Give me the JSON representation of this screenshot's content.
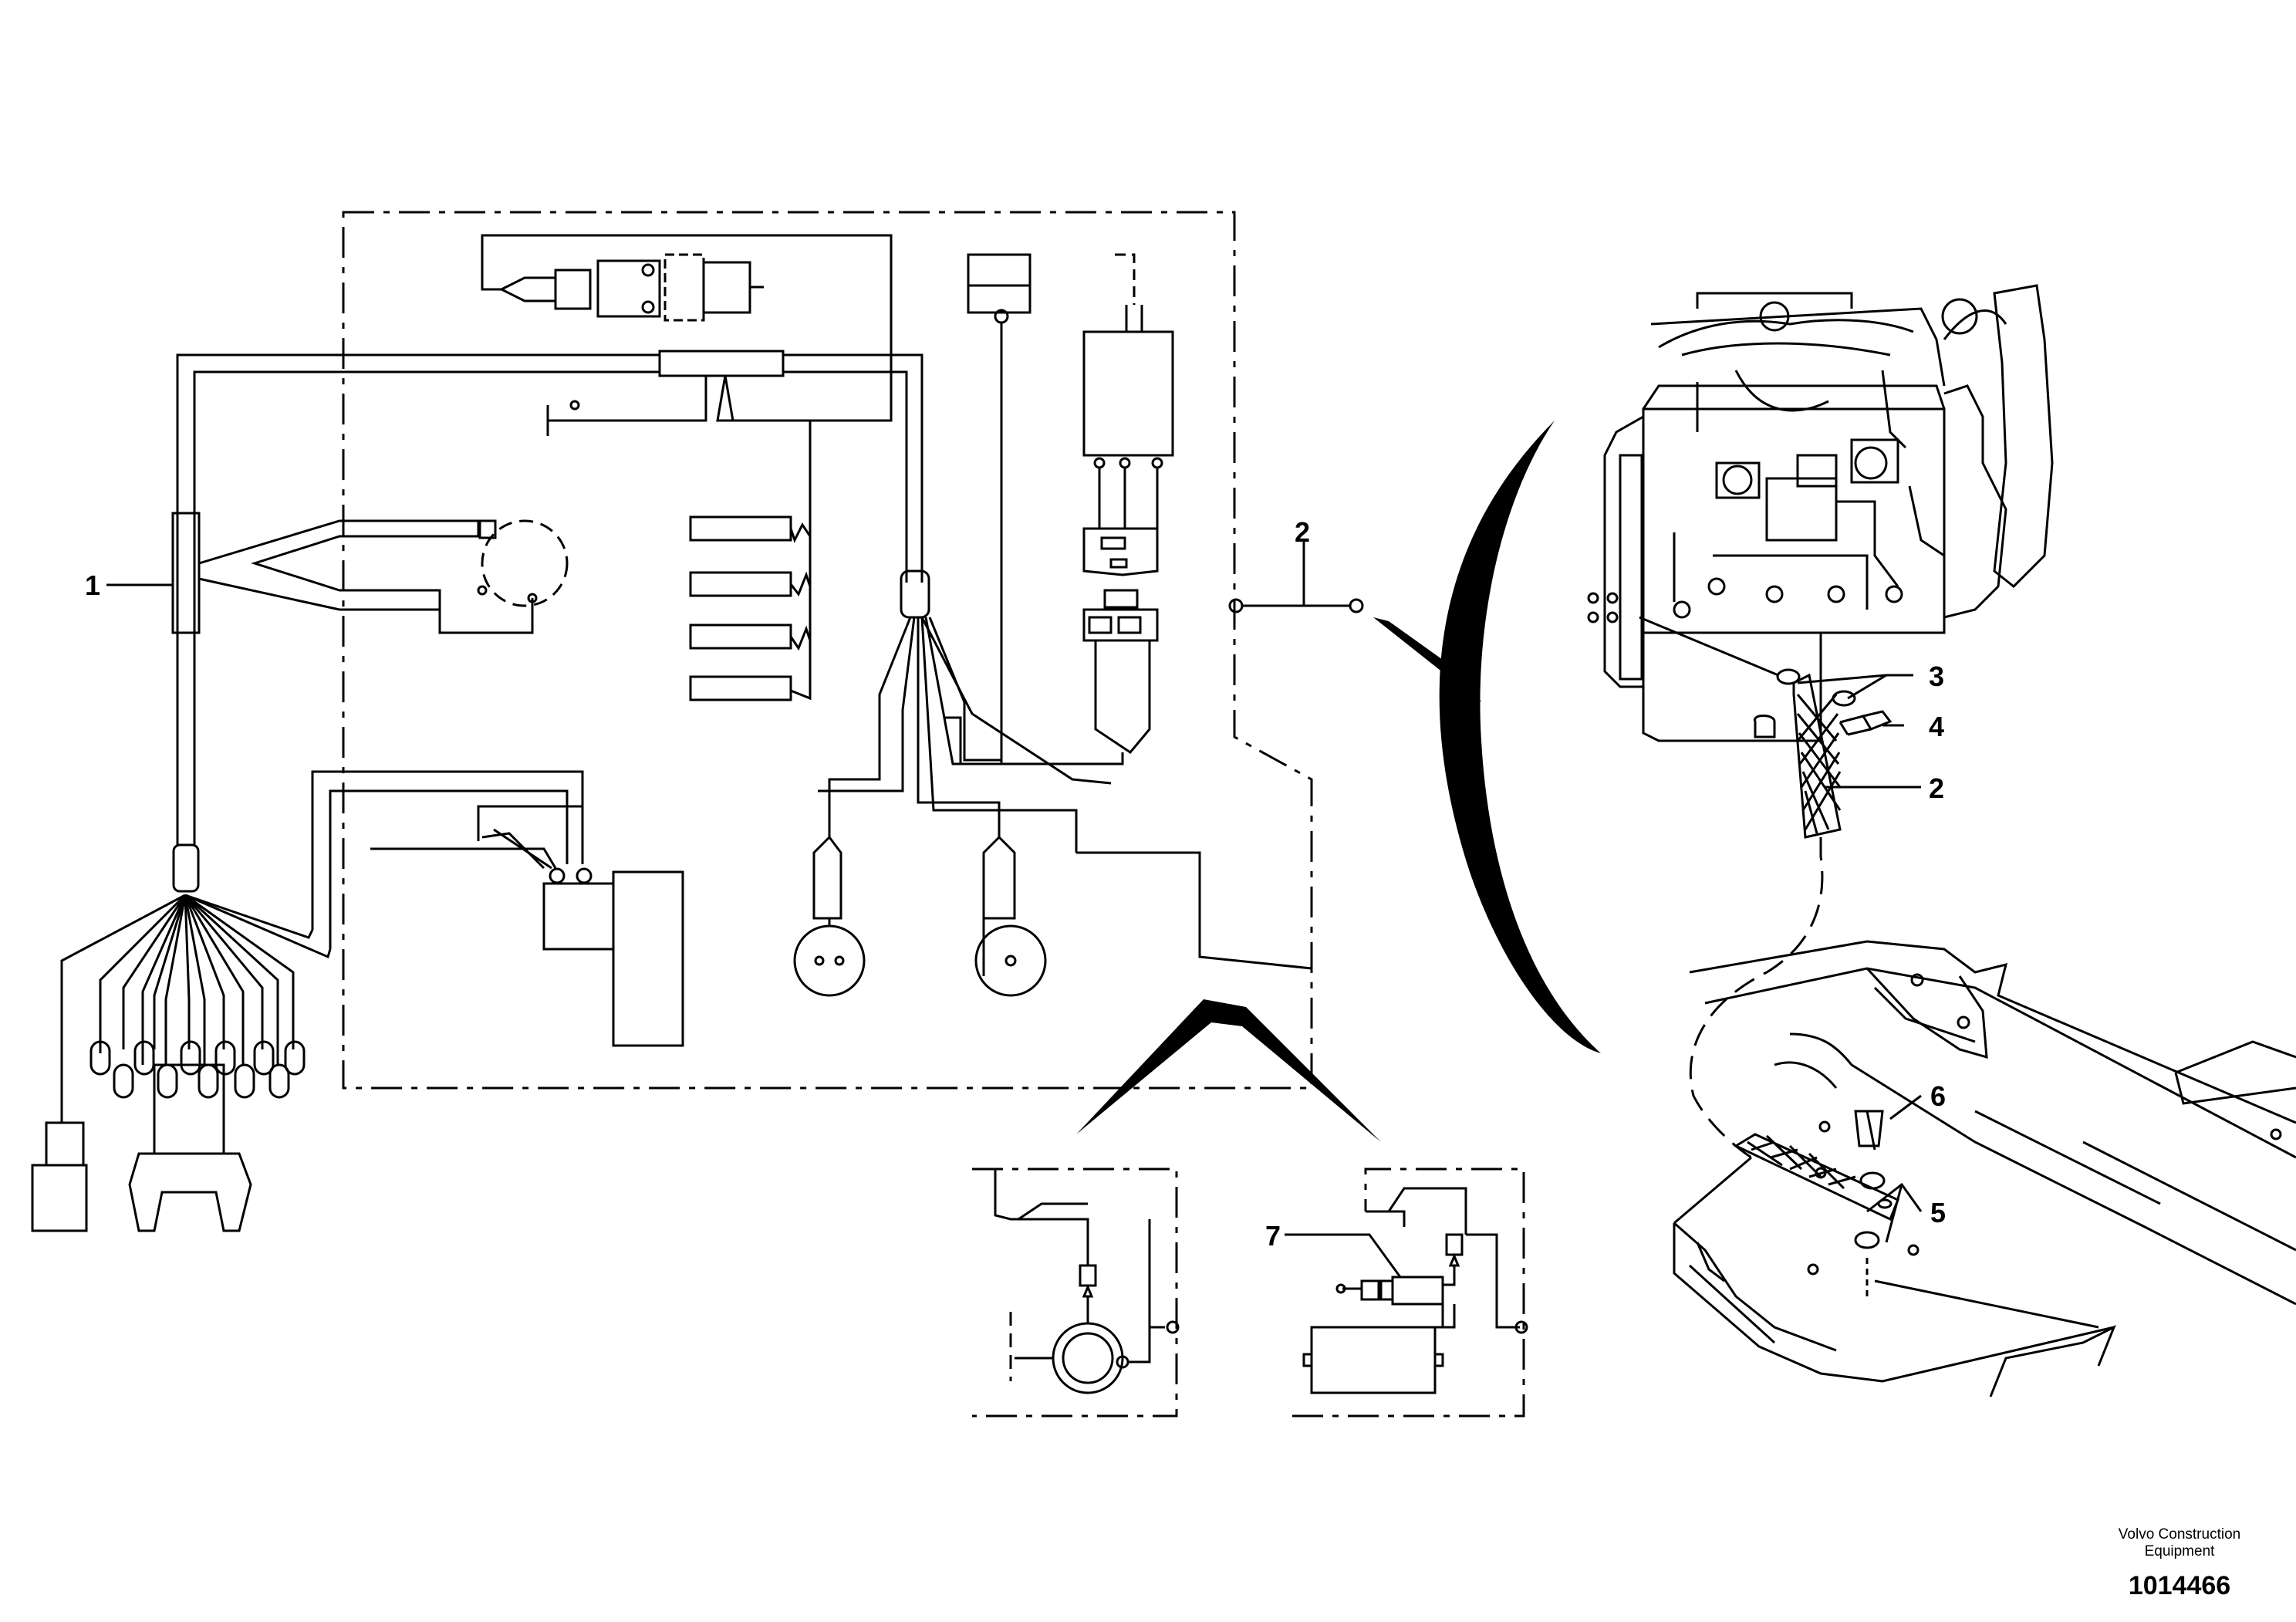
{
  "callouts": {
    "c1": "1",
    "c2a": "2",
    "c2b": "2",
    "c3": "3",
    "c4": "4",
    "c5": "5",
    "c6": "6",
    "c7": "7"
  },
  "footer": {
    "maker_line1": "Volvo Construction",
    "maker_line2": "Equipment",
    "drawing_number": "1014466"
  }
}
